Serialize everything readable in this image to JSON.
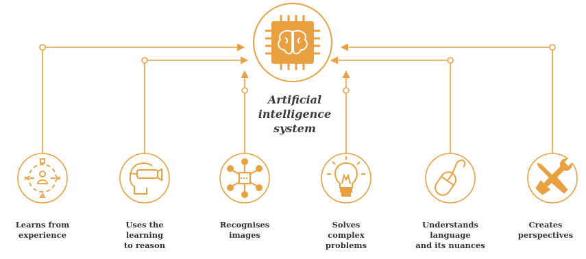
{
  "colors": {
    "accent": "#e8a040",
    "text": "#333333",
    "background": "#ffffff"
  },
  "center": {
    "icon": "ai-brain-chip-icon",
    "title_lines": [
      "Artificial",
      "intelligence",
      "system"
    ]
  },
  "capabilities": [
    {
      "icon": "target-person-icon",
      "lines": [
        "Learns from",
        "experience"
      ]
    },
    {
      "icon": "vr-headset-icon",
      "lines": [
        "Uses the",
        "learning",
        "to reason"
      ]
    },
    {
      "icon": "molecule-network-icon",
      "lines": [
        "Recognises",
        "images"
      ]
    },
    {
      "icon": "lightbulb-icon",
      "lines": [
        "Solves",
        "complex",
        "problems"
      ]
    },
    {
      "icon": "computer-mouse-icon",
      "lines": [
        "Understands",
        "language",
        "and its nuances"
      ]
    },
    {
      "icon": "wrench-screwdriver-icon",
      "lines": [
        "Creates",
        "perspectives"
      ]
    }
  ]
}
